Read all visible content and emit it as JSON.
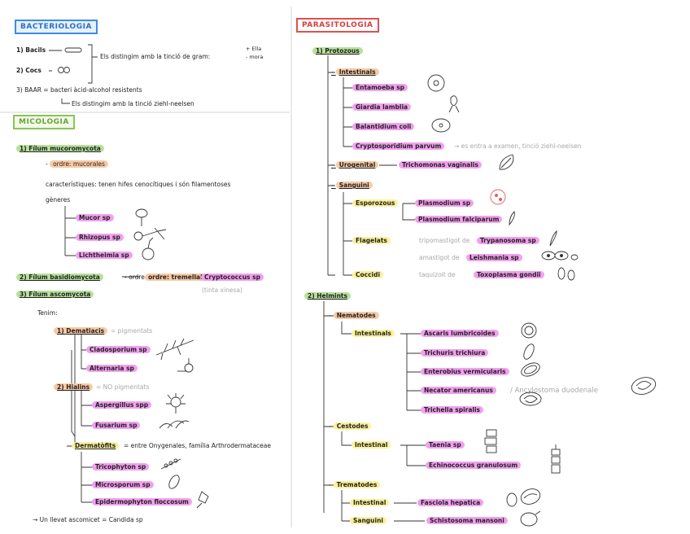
{
  "bacteriologia": {
    "title": "BACTERIOLOGIA",
    "bacils": "1) Bacils",
    "cocs": "2) Cocs",
    "bracket_note": "Els distingim amb la tinció de gram:",
    "gram_pos": "+ Ella",
    "gram_neg": "- mora",
    "baar": "3) BAAR = bacteri àcid-alcohol resistents",
    "baar_note": "Els distingim amb la tinció ziehl-neelsen"
  },
  "micologia": {
    "title": "MICOLOGIA",
    "filum_muco": "1) Fílum mucoromycota",
    "ordre": "ordre: mucorales",
    "caract": "característiques: tenen hifes cenocítiques i són filamentoses",
    "generes": "gèneres",
    "mucor": "Mucor sp",
    "rhizopus": "Rhizopus sp",
    "lichtheimia": "Lichtheimia sp",
    "basidio": "2) Fílum basidiomycota",
    "basidio_ordre": "ordre: tremellales",
    "cryptococcus": "Cryptococcus sp",
    "tinta_xinesa": "(tinta xinesa)",
    "asco": "3) Fílum ascomycota",
    "tenim": "Tenim:",
    "dematiacis": "1) Dematiacis",
    "dematiacis_note": "= pigmentats",
    "cladosporium": "Cladosporium sp",
    "alternaria": "Alternaria sp",
    "hialins": "2) Hialins",
    "hialins_note": "= NO pigmentats",
    "aspergillus": "Aspergillus spp",
    "fusarium": "Fusarium sp",
    "dermatofits": "Dermatòfits",
    "dermatofits_note": "= entre Onygenales, família Arthrodermataceae",
    "tricophyton": "Tricophyton sp",
    "microsporum": "Microsporum sp",
    "epidermophyton": "Epidermophyton floccosum",
    "llevat": "→ Un llevat ascomicet = Candida sp"
  },
  "parasitologia": {
    "title": "PARASITOLOGIA",
    "protozous": "1) Protozous",
    "intestinals": "Intestinals",
    "entamoeba": "Entamoeba sp",
    "giardia": "Giardia lamblia",
    "balantidium": "Balantidium coli",
    "cryptosporidium": "Cryptosporidium parvum",
    "crypto_note": "→ es entra a examen, tinció ziehl-neelsen",
    "urogenital": "Urogenital",
    "trichomonas": "Trichomonas vaginalis",
    "sanguini": "Sanguini",
    "esporozous": "Esporozous",
    "plasmodium": "Plasmodium sp",
    "plasmodium_f": "Plasmodium falciparum",
    "flagelats": "Flagelats",
    "tripomastigot": "tripomastigot de",
    "trypanosoma": "Trypanosoma sp",
    "amastigot": "amastigot de",
    "leishmania": "Leishmania sp",
    "coccidi": "Coccidi",
    "taquizoit": "taquizoit de",
    "toxoplasma": "Toxoplasma gondii",
    "helmints": "2) Helmints",
    "nematodes": "Nematodes",
    "intestinals2": "Intestinals",
    "ascaris": "Ascaris lumbricoides",
    "trichuris": "Trichuris trichiura",
    "enterobius": "Enterobius vermicularis",
    "necator": "Necator americanus",
    "ancylostoma": "/ Ancylostoma duodenale",
    "trichella": "Trichella spiralis",
    "cestodes": "Cestodes",
    "intestinal_c": "Intestinal",
    "taenia": "Taenia sp",
    "echinococcus": "Echinococcus granulosum",
    "trematodes": "Trematodes",
    "intestinal_t": "Intestinal",
    "fasciola": "Fasciola hepatica",
    "sanguini2": "Sanguini",
    "schistosoma": "Schistosoma mansoni"
  }
}
